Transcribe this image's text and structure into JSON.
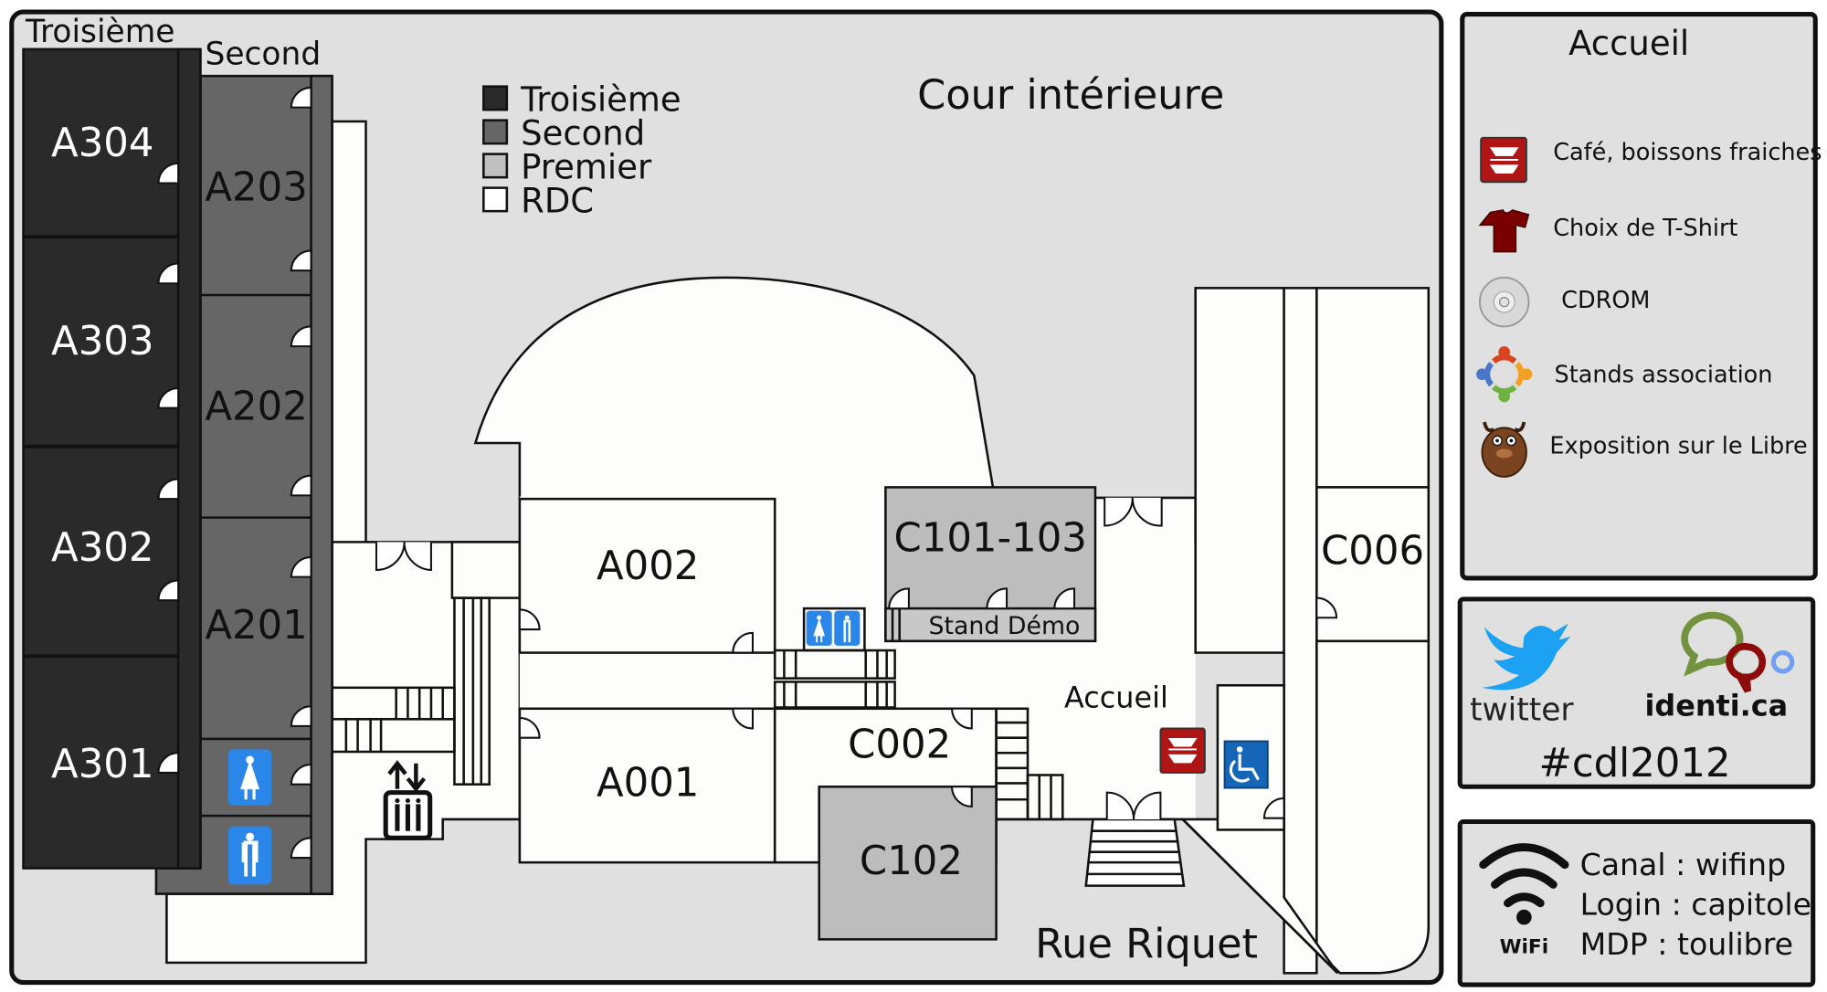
{
  "map": {
    "courtyard_label": "Cour intérieure",
    "street_label": "Rue Riquet",
    "reception_label": "Accueil",
    "floor_labels": {
      "third": "Troisième",
      "second": "Second"
    },
    "legend": [
      {
        "label": "Troisième",
        "color": "#2a2a2a"
      },
      {
        "label": "Second",
        "color": "#666666"
      },
      {
        "label": "Premier",
        "color": "#c0c0c0"
      },
      {
        "label": "RDC",
        "color": "#ffffff"
      }
    ],
    "rooms": {
      "A304": "A304",
      "A303": "A303",
      "A302": "A302",
      "A301": "A301",
      "A203": "A203",
      "A202": "A202",
      "A201": "A201",
      "A002": "A002",
      "A001": "A001",
      "C002": "C002",
      "C102": "C102",
      "C101_103": "C101-103",
      "stand_demo": "Stand Démo",
      "C006": "C006"
    },
    "icons": [
      "toilet-women-icon",
      "toilet-men-icon",
      "elevator-icon",
      "wheelchair-icon",
      "coffee-icon"
    ]
  },
  "legend_panel": {
    "title": "Accueil",
    "items": [
      {
        "icon": "coffee-icon",
        "label": "Café, boissons fraiches"
      },
      {
        "icon": "tshirt-icon",
        "label": "Choix de T-Shirt"
      },
      {
        "icon": "cdrom-icon",
        "label": "CDROM"
      },
      {
        "icon": "association-icon",
        "label": "Stands association"
      },
      {
        "icon": "gnu-icon",
        "label": "Exposition sur le Libre"
      }
    ]
  },
  "social": {
    "twitter": "twitter",
    "identica": "identi.ca",
    "hashtag": "#cdl2012"
  },
  "wifi": {
    "badge": "WiFi",
    "canal": "Canal : wifinp",
    "login": "Login : capitole",
    "mdp": "MDP : toulibre"
  },
  "colors": {
    "background": "#e0e0e0",
    "third": "#2a2a2a",
    "second": "#666666",
    "first": "#b8b8b8",
    "accent_blue": "#2a86e8",
    "coffee_red": "#b01515"
  }
}
